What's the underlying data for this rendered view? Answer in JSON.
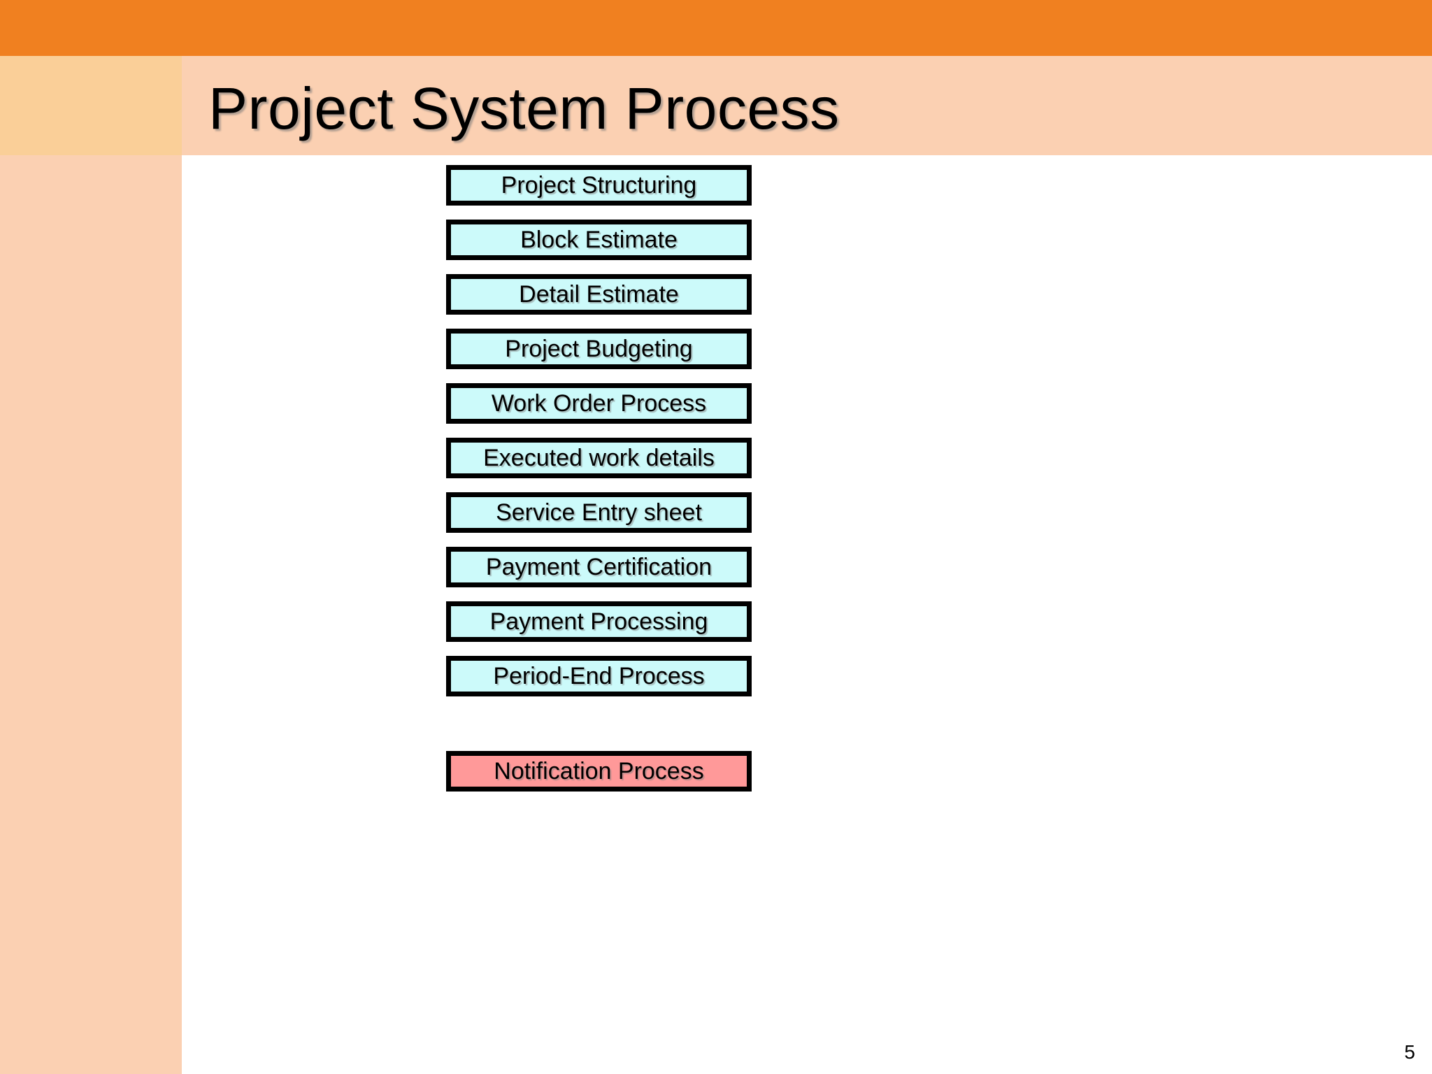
{
  "slide": {
    "title": "Project System Process",
    "page_number": "5"
  },
  "theme": {
    "top_bar_color": "#F08020",
    "sidebar_upper_color": "#FACF98",
    "sidebar_lower_color": "#FBD0B2",
    "title_band_color": "#FBD0B2",
    "content_background": "#FFFFFF",
    "box_fill_cyan": "#CCFAFA",
    "box_fill_pink": "#FF9999",
    "box_border_color": "#000000",
    "text_color": "#000000"
  },
  "flow": {
    "steps": [
      {
        "label": "Project Structuring",
        "fill": "cyan"
      },
      {
        "label": "Block Estimate",
        "fill": "cyan"
      },
      {
        "label": "Detail Estimate",
        "fill": "cyan"
      },
      {
        "label": "Project Budgeting",
        "fill": "cyan"
      },
      {
        "label": "Work Order Process",
        "fill": "cyan"
      },
      {
        "label": "Executed work details",
        "fill": "cyan"
      },
      {
        "label": "Service Entry sheet",
        "fill": "cyan"
      },
      {
        "label": "Payment Certification",
        "fill": "cyan"
      },
      {
        "label": "Payment Processing",
        "fill": "cyan"
      },
      {
        "label": "Period-End Process",
        "fill": "cyan"
      }
    ],
    "separate": [
      {
        "label": "Notification Process",
        "fill": "pink"
      }
    ]
  }
}
